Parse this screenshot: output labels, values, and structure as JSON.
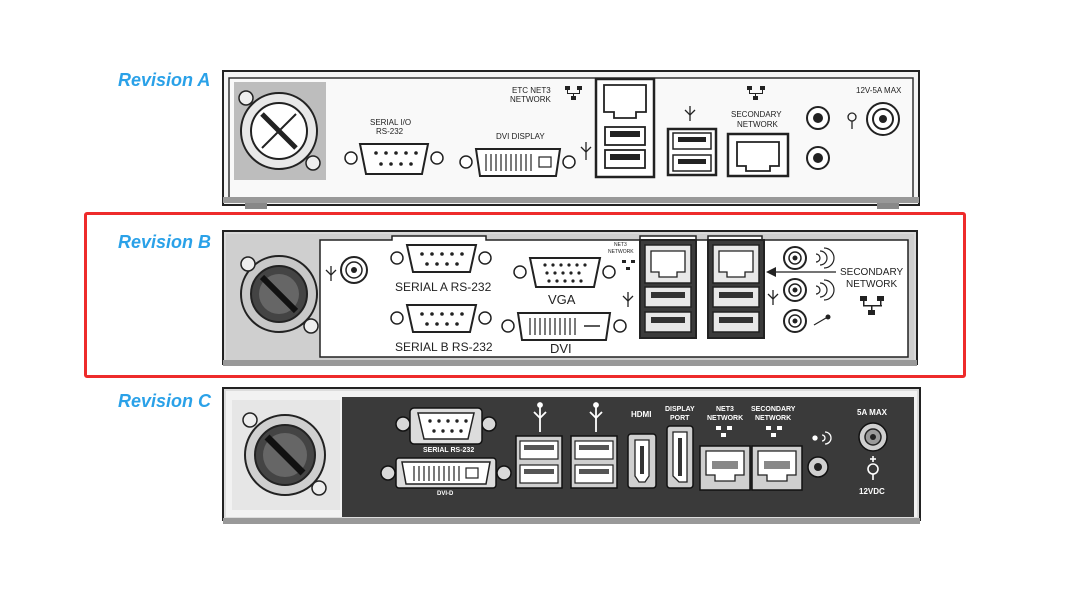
{
  "revisions": {
    "a": {
      "label": "Revision A",
      "serial_io": "SERIAL I/O",
      "rs232": "RS-232",
      "dvi_display": "DVI DISPLAY",
      "etc_net3": "ETC NET3",
      "network": "NETWORK",
      "secondary": "SECONDARY",
      "secondary_network": "NETWORK",
      "power": "12V-5A MAX"
    },
    "b": {
      "label": "Revision B",
      "serial_a": "SERIAL A RS-232",
      "serial_b": "SERIAL B RS-232",
      "vga": "VGA",
      "dvi": "DVI",
      "net3": "NET3",
      "net3_network": "NETWORK",
      "secondary": "SECONDARY",
      "secondary_network": "NETWORK"
    },
    "c": {
      "label": "Revision C",
      "serial": "SERIAL RS-232",
      "dvi_d": "DVI-D",
      "hdmi": "HDMI",
      "display": "DISPLAY",
      "port": "PORT",
      "net3": "NET3",
      "net3_network": "NETWORK",
      "secondary": "SECONDARY",
      "secondary_network": "NETWORK",
      "max": "5A MAX",
      "volt": "12VDC"
    }
  },
  "colors": {
    "label_blue": "#2aa1e8",
    "highlight_red": "#ee2b2b",
    "panel_dark": "#3a3a3a"
  },
  "icons": [
    "fan-icon",
    "usb-icon",
    "network-icon",
    "audio-icon",
    "power-icon"
  ]
}
